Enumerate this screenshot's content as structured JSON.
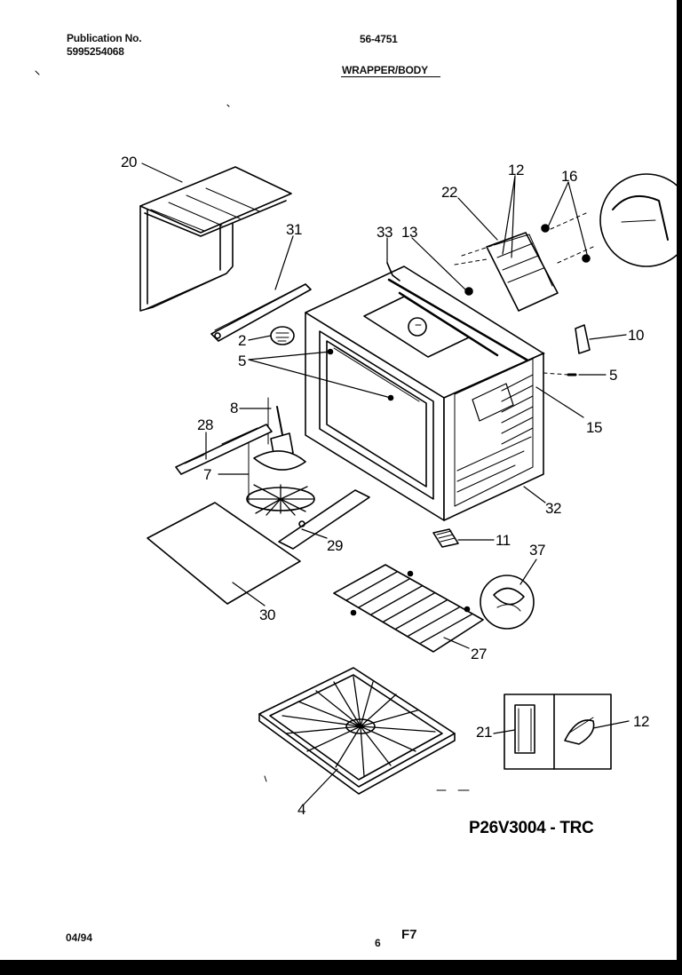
{
  "header": {
    "publication_label": "Publication No.",
    "publication_number": "5995254068",
    "model_number": "56-4751",
    "section_title": "WRAPPER/BODY"
  },
  "callouts": [
    "20",
    "31",
    "33",
    "13",
    "22",
    "12",
    "16",
    "10",
    "5",
    "15",
    "2",
    "5",
    "8",
    "28",
    "7",
    "29",
    "32",
    "11",
    "37",
    "30",
    "27",
    "21",
    "12",
    "4"
  ],
  "diagram_code": "P26V3004 - TRC",
  "footer": {
    "date": "04/94",
    "page_number": "6",
    "figure": "F7"
  }
}
